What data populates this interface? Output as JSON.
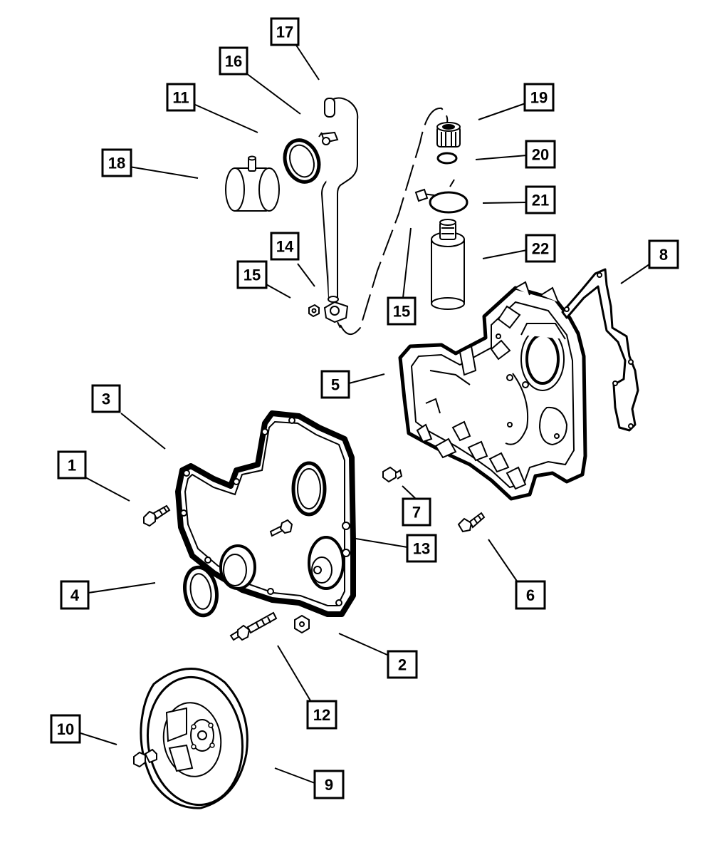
{
  "diagram": {
    "callouts": [
      {
        "id": "c1",
        "label": "1"
      },
      {
        "id": "c2",
        "label": "2"
      },
      {
        "id": "c3",
        "label": "3"
      },
      {
        "id": "c4",
        "label": "4"
      },
      {
        "id": "c5",
        "label": "5"
      },
      {
        "id": "c6",
        "label": "6"
      },
      {
        "id": "c7",
        "label": "7"
      },
      {
        "id": "c8",
        "label": "8"
      },
      {
        "id": "c9",
        "label": "9"
      },
      {
        "id": "c10",
        "label": "10"
      },
      {
        "id": "c11",
        "label": "11"
      },
      {
        "id": "c12",
        "label": "12"
      },
      {
        "id": "c13",
        "label": "13"
      },
      {
        "id": "c14",
        "label": "14"
      },
      {
        "id": "c15a",
        "label": "15"
      },
      {
        "id": "c15b",
        "label": "15"
      },
      {
        "id": "c16",
        "label": "16"
      },
      {
        "id": "c17",
        "label": "17"
      },
      {
        "id": "c18",
        "label": "18"
      },
      {
        "id": "c19",
        "label": "19"
      },
      {
        "id": "c20",
        "label": "20"
      },
      {
        "id": "c21",
        "label": "21"
      },
      {
        "id": "c22",
        "label": "22"
      }
    ]
  }
}
